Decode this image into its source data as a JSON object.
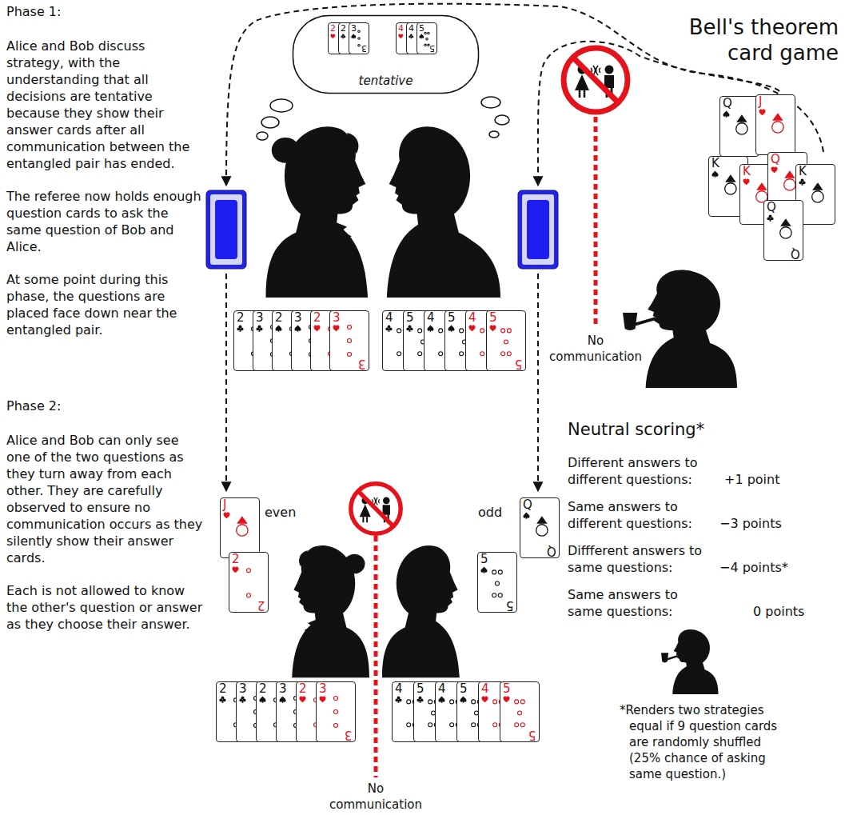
{
  "diagram": {
    "title": "Bell's theorem card game",
    "nodes": [
      {
        "text": [
          "tentative"
        ]
      },
      {
        "text": [
          "2"
        ],
        "in": 0
      },
      {
        "text": [
          "2"
        ],
        "in": 0
      },
      {
        "text": [
          "3",
          "3"
        ],
        "in": 0
      },
      {
        "text": [
          "4"
        ],
        "in": 0
      },
      {
        "text": [
          "4"
        ],
        "in": 0
      },
      {
        "text": [
          "5",
          "5"
        ],
        "in": 0
      },
      {
        "text": [
          "2"
        ]
      },
      {
        "text": [
          "3"
        ]
      },
      {
        "text": [
          "2"
        ]
      },
      {
        "text": [
          "3"
        ]
      },
      {
        "text": [
          "2"
        ]
      },
      {
        "text": [
          "3",
          "3"
        ]
      },
      {
        "text": [
          "4"
        ]
      },
      {
        "text": [
          "5"
        ]
      },
      {
        "text": [
          "4"
        ]
      },
      {
        "text": [
          "5"
        ]
      },
      {
        "text": [
          "4"
        ]
      },
      {
        "text": [
          "5",
          "5"
        ]
      },
      {
        "text": [
          "Q"
        ]
      },
      {
        "text": [
          "J"
        ]
      },
      {
        "text": [
          "K"
        ]
      },
      {
        "text": [
          "K"
        ]
      },
      {
        "text": [
          "Q"
        ]
      },
      {
        "text": [
          "K"
        ]
      },
      {
        "text": [
          "Q",
          "Q"
        ]
      },
      {
        "text": [
          "J"
        ]
      },
      {
        "text": [
          "2",
          "2"
        ]
      },
      {
        "text": [
          "Q",
          "Q"
        ]
      },
      {
        "text": [
          "5",
          "5"
        ]
      },
      {
        "text": [
          "2"
        ]
      },
      {
        "text": [
          "3"
        ]
      },
      {
        "text": [
          "2"
        ]
      },
      {
        "text": [
          "3"
        ]
      },
      {
        "text": [
          "2"
        ]
      },
      {
        "text": [
          "3",
          "3"
        ]
      },
      {
        "text": [
          "4"
        ]
      },
      {
        "text": [
          "5"
        ]
      },
      {
        "text": [
          "4"
        ]
      },
      {
        "text": [
          "5"
        ]
      },
      {
        "text": [
          "4"
        ]
      },
      {
        "text": [
          "5",
          "5"
        ]
      }
    ],
    "labels": [
      "Phase 1:",
      "Alice and Bob discuss strategy, with the understanding that all decisions are tentative because they show their answer cards after all communication between the entangled pair has ended.",
      "The referee now holds enough question cards to ask the same question of Bob and Alice.",
      "At some point during this phase, the questions are placed face down near the entangled pair.",
      "No communication",
      "Phase 2:",
      "Alice and Bob can only see one of the two questions as they turn away from each other. They are carefully observed to ensure no communication occurs as they silently show their answer cards.",
      "Each is not allowed to know the other's question or answer as they choose their answer.",
      "even",
      "odd",
      "Neutral scoring*",
      "Different answers to different questions:",
      "+1 point",
      "Same answers to different questions:",
      "−3 points",
      "Diffferent answers to same questions:",
      "−4 points*",
      "Same answers to same questions:",
      "0 points",
      "*Renders two strategies equal if 9 question cards are randomly shuffled (25% chance of asking same question.)",
      "No communication"
    ]
  }
}
